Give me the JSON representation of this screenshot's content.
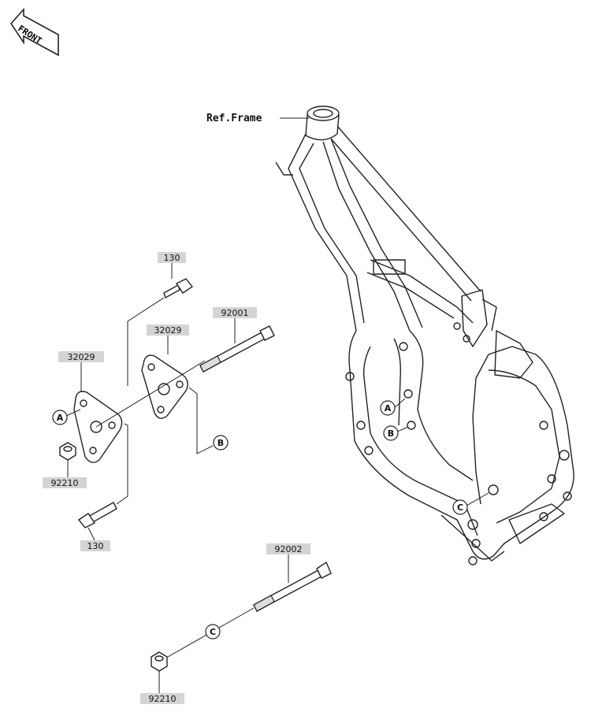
{
  "front_badge": "FRONT",
  "ref_frame": "Ref.Frame",
  "parts": {
    "bolt_130_top": "130",
    "bracket_left": "32029",
    "bracket_right": "32029",
    "bolt_92001": "92001",
    "nut_92210_top": "92210",
    "bolt_130_bottom": "130",
    "bolt_92002": "92002",
    "nut_92210_bottom": "92210"
  },
  "callouts": {
    "a_left": "A",
    "b_left": "B",
    "c_bottom": "C",
    "a_frame": "A",
    "b_frame": "B",
    "c_frame": "C"
  }
}
